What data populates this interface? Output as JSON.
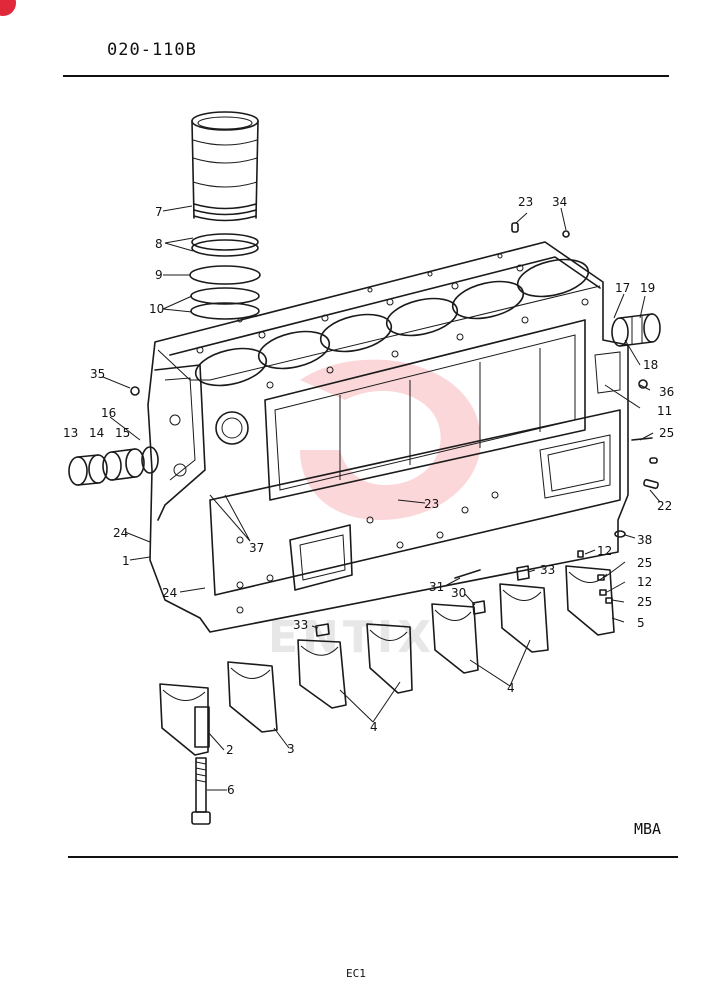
{
  "header": {
    "page_code": "020-110B"
  },
  "footer": {
    "model_code": "MBA",
    "page_number": "EC1"
  },
  "watermark": {
    "brand_color": "#e9212e"
  },
  "callouts": {
    "c1": "1",
    "c2": "2",
    "c3": "3",
    "c4a": "4",
    "c4b": "4",
    "c5": "5",
    "c6": "6",
    "c7": "7",
    "c8": "8",
    "c9": "9",
    "c10": "10",
    "c11": "11",
    "c12a": "12",
    "c12b": "12",
    "c13": "13",
    "c14": "14",
    "c15": "15",
    "c16": "16",
    "c17": "17",
    "c18": "18",
    "c19": "19",
    "c22": "22",
    "c23a": "23",
    "c23b": "23",
    "c24a": "24",
    "c24b": "24",
    "c25a": "25",
    "c25b": "25",
    "c25c": "25",
    "c30": "30",
    "c31": "31",
    "c33a": "33",
    "c33b": "33",
    "c34": "34",
    "c35": "35",
    "c36": "36",
    "c37": "37",
    "c38": "38"
  }
}
